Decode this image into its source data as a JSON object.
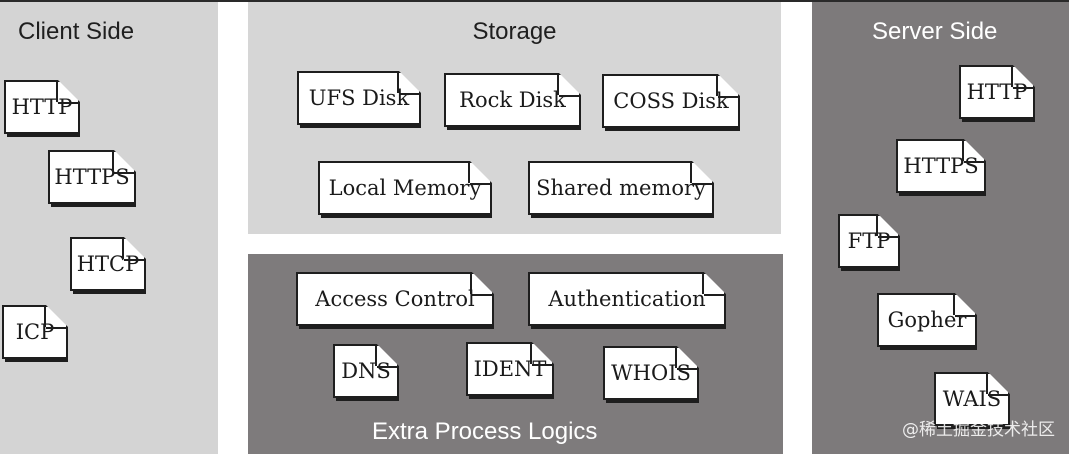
{
  "panels": {
    "client": {
      "title": "Client Side",
      "items": [
        "HTTP",
        "HTTPS",
        "HTCP",
        "ICP"
      ]
    },
    "storage": {
      "title": "Storage",
      "items": [
        "UFS Disk",
        "Rock Disk",
        "COSS Disk",
        "Local Memory",
        "Shared memory"
      ]
    },
    "extra": {
      "title": "Extra Process Logics",
      "items": [
        "Access Control",
        "Authentication",
        "DNS",
        "IDENT",
        "WHOIS"
      ]
    },
    "server": {
      "title": "Server Side",
      "items": [
        "HTTP",
        "HTTPS",
        "FTP",
        "Gopher",
        "WAIS"
      ]
    }
  },
  "watermark": "@稀土掘金技术社区",
  "colors": {
    "client_bg": "#d4d4d4",
    "storage_bg": "#d6d6d6",
    "extra_bg": "#7e7b7c",
    "server_bg": "#7d7a7b",
    "document_fill": "#ffffff",
    "document_border": "#1e1e1e"
  }
}
